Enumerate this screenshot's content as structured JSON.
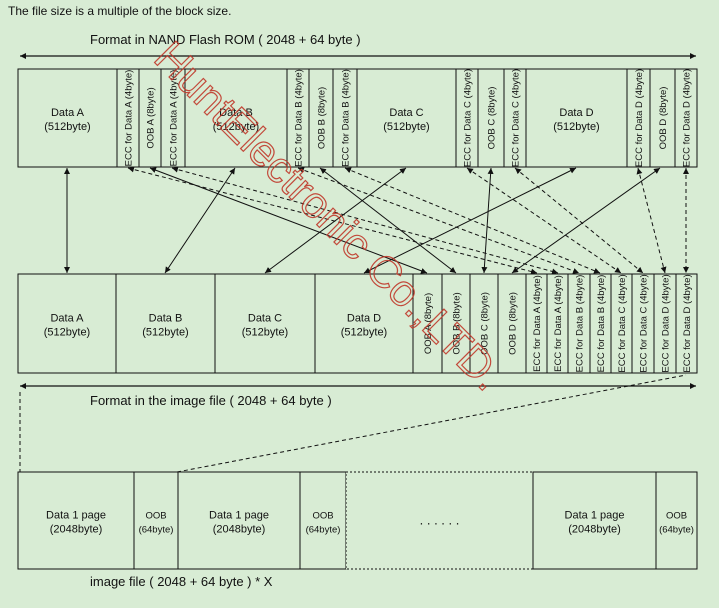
{
  "colors": {
    "background": "#d8ecd4",
    "box": "#d8ecd4",
    "line": "#111111",
    "watermark": "#c0392b"
  },
  "header_note": "The file size is a multiple of the block size.",
  "nand": {
    "title": "Format in NAND Flash ROM ( 2048 + 64 byte )",
    "cells": [
      {
        "label": "Data A",
        "sub": "(512byte)"
      },
      {
        "label": "ECC for Data A (4byte)"
      },
      {
        "label": "OOB A (8byte)"
      },
      {
        "label": "ECC for Data A (4byte)"
      },
      {
        "label": "Data B",
        "sub": "(512byte)"
      },
      {
        "label": "ECC for Data B (4byte)"
      },
      {
        "label": "OOB B (8byte)"
      },
      {
        "label": "ECC for Data B (4byte)"
      },
      {
        "label": "Data C",
        "sub": "(512byte)"
      },
      {
        "label": "ECC for Data C (4byte)"
      },
      {
        "label": "OOB C (8byte)"
      },
      {
        "label": "ECC for Data C (4byte)"
      },
      {
        "label": "Data D",
        "sub": "(512byte)"
      },
      {
        "label": "ECC for Data D (4byte)"
      },
      {
        "label": "OOB D (8byte)"
      },
      {
        "label": "ECC for Data D (4byte)"
      }
    ]
  },
  "image": {
    "title": "Format in the image file ( 2048 + 64 byte )",
    "cells": [
      {
        "label": "Data A",
        "sub": "(512byte)"
      },
      {
        "label": "Data B",
        "sub": "(512byte)"
      },
      {
        "label": "Data C",
        "sub": "(512byte)"
      },
      {
        "label": "Data D",
        "sub": "(512byte)"
      },
      {
        "label": "OOB A (8byte)"
      },
      {
        "label": "OOB B (8byte)"
      },
      {
        "label": "OOB C (8byte)"
      },
      {
        "label": "OOB D (8byte)"
      },
      {
        "label": "ECC for Data A (4byte)"
      },
      {
        "label": "ECC for Data A (4byte)"
      },
      {
        "label": "ECC for Data B (4byte)"
      },
      {
        "label": "ECC for Data B (4byte)"
      },
      {
        "label": "ECC for Data C (4byte)"
      },
      {
        "label": "ECC for Data C (4byte)"
      },
      {
        "label": "ECC for Data D (4byte)"
      },
      {
        "label": "ECC for Data D (4byte)"
      }
    ]
  },
  "file": {
    "title": "image file ( 2048 + 64 byte ) * X",
    "cells": [
      {
        "label": "Data 1 page",
        "sub": "(2048byte)"
      },
      {
        "label": "OOB",
        "sub": "(64byte)"
      },
      {
        "label": "Data 1 page",
        "sub": "(2048byte)"
      },
      {
        "label": "OOB",
        "sub": "(64byte)"
      },
      {
        "label": ". . . . . ."
      },
      {
        "label": "Data 1 page",
        "sub": "(2048byte)"
      },
      {
        "label": "OOB",
        "sub": "(64byte)"
      }
    ]
  },
  "watermark": "HuntElectronic Co.,LTD."
}
